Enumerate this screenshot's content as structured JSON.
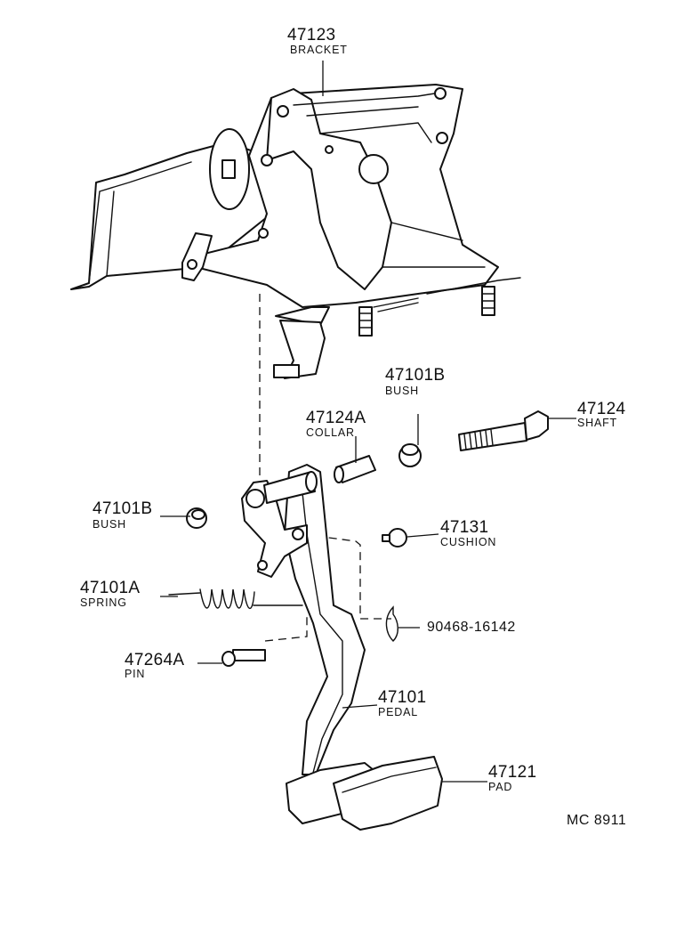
{
  "parts": [
    {
      "id": "bracket",
      "number": "47123",
      "name": "BRACKET"
    },
    {
      "id": "bush-top",
      "number": "47101B",
      "name": "BUSH"
    },
    {
      "id": "shaft",
      "number": "47124",
      "name": "SHAFT"
    },
    {
      "id": "collar",
      "number": "47124A",
      "name": "COLLAR"
    },
    {
      "id": "bush-left",
      "number": "47101B",
      "name": "BUSH"
    },
    {
      "id": "cushion",
      "number": "47131",
      "name": "CUSHION"
    },
    {
      "id": "spring",
      "number": "47101A",
      "name": "SPRING"
    },
    {
      "id": "clip",
      "number": "90468-16142",
      "name": ""
    },
    {
      "id": "pin",
      "number": "47264A",
      "name": "PIN"
    },
    {
      "id": "pedal",
      "number": "47101",
      "name": "PEDAL"
    },
    {
      "id": "pad",
      "number": "47121",
      "name": "PAD"
    }
  ],
  "diagram_code": "MC 8911"
}
